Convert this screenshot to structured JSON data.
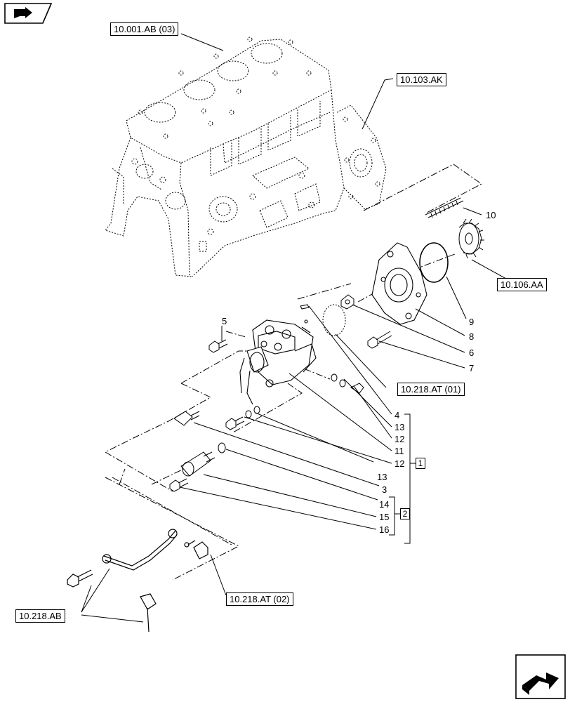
{
  "references": {
    "engine_block": "10.001.AB (03)",
    "gear_housing": "10.103.AK",
    "drive_gear": "10.106.AA",
    "injection_pump_1": "10.218.AT (01)",
    "injection_pump_2": "10.218.AT (02)",
    "fuel_pipe": "10.218.AB"
  },
  "callouts": {
    "n10": "10",
    "n9": "9",
    "n8": "8",
    "n6": "6",
    "n7": "7",
    "n5": "5",
    "n4": "4",
    "n13a": "13",
    "n12a": "12",
    "n11": "11",
    "n12b": "12",
    "n13b": "13",
    "n3": "3",
    "n14": "14",
    "n15": "15",
    "n16": "16"
  },
  "kits": {
    "kit1": "1",
    "kit2": "2"
  },
  "icons": {
    "top_left": "back-arrow-icon",
    "bottom_right": "next-page-icon"
  }
}
